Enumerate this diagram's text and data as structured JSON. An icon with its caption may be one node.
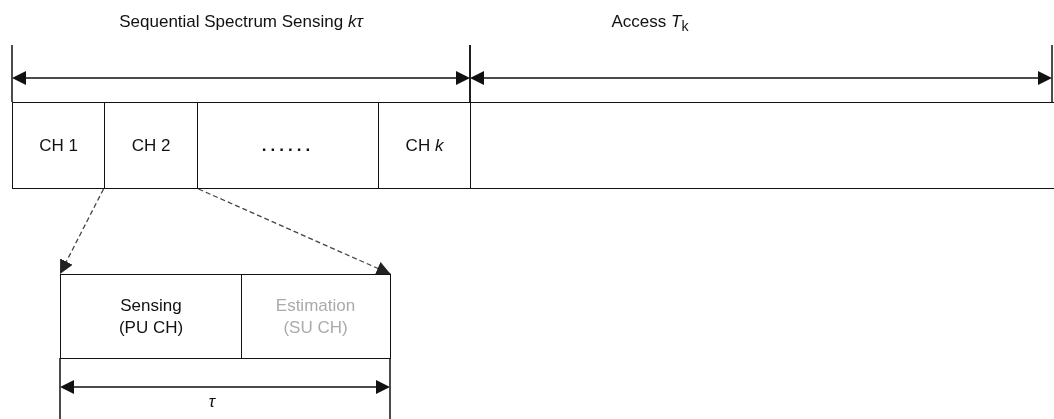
{
  "diagram": {
    "nodes": [
      {
        "text": [
          "CH 1"
        ]
      },
      {
        "text": [
          "CH 2"
        ]
      },
      {
        "text": [
          "......"
        ]
      },
      {
        "text": [
          "CH *k*"
        ]
      },
      {
        "text": [],
        "shape": "box"
      },
      {
        "text": [
          "Sensing (PU CH)"
        ]
      },
      {
        "text": [
          "Estimation (SU CH)"
        ]
      }
    ],
    "edges": [
      {
        "from": 1,
        "to": 5,
        "arrow": "to",
        "style": "dashed"
      },
      {
        "from": 1,
        "to": 6,
        "arrow": "to",
        "style": "dashed"
      }
    ],
    "labels": [
      "Sequential Spectrum Sensing *kτ*",
      "Access *T*$_{k}$",
      "τ"
    ]
  }
}
